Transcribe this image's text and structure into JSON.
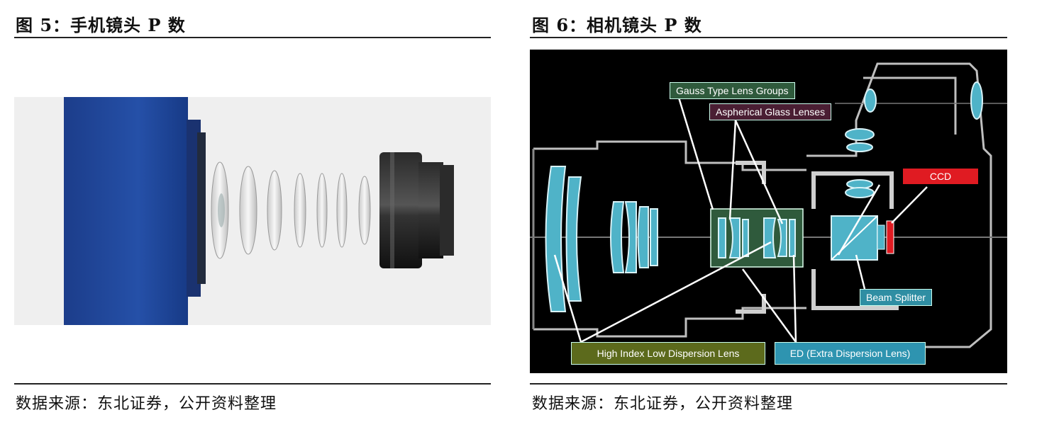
{
  "figure5": {
    "title": "图 5：手机镜头 P 数",
    "source": "数据来源：东北证券，公开资料整理"
  },
  "figure6": {
    "title": "图 6：相机镜头 P 数",
    "source": "数据来源：东北证券，公开资料整理",
    "labels": {
      "gauss": "Gauss Type Lens Groups",
      "aspherical": "Aspherical Glass Lenses",
      "ccd": "CCD",
      "beam": "Beam Splitter",
      "high_index": "High Index Low Dispersion Lens",
      "ed": "ED (Extra Dispersion Lens)"
    },
    "colors": {
      "lens": "#4fb3c8",
      "gauss_bg": "#2f5a3c",
      "aspherical_bg": "#4a1e33",
      "ccd_bg": "#e01b22",
      "beam_bg": "#2f8ea3",
      "high_index_bg": "#5c6a1c",
      "ed_bg": "#2e94b0"
    }
  }
}
